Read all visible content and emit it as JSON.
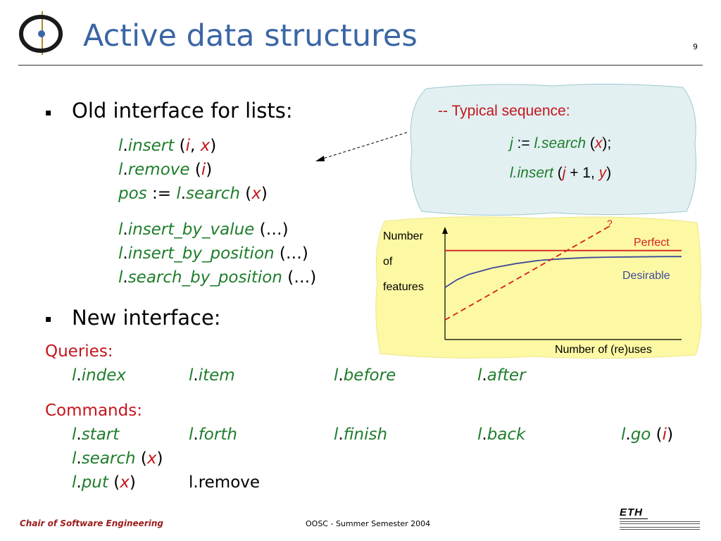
{
  "header": {
    "title": "Active data structures",
    "slide_number": "9"
  },
  "bullets": {
    "old_interface": "Old interface for lists:",
    "new_interface": "New interface:"
  },
  "old_code": {
    "l1": {
      "obj": "l",
      "dot": ".",
      "feat": "insert",
      "open": " (",
      "a1": "i",
      "comma": ", ",
      "a2": "x",
      "close": ")"
    },
    "l2": {
      "obj": "l",
      "dot": ".",
      "feat": "remove",
      "open": " (",
      "a1": "i",
      "close": ")"
    },
    "l3": {
      "var": "pos",
      "assign": " := ",
      "obj": "l",
      "dot": ".",
      "feat": "search",
      "open": " (",
      "a1": "x",
      "close": ")"
    },
    "l4": {
      "obj": "l",
      "dot": ".",
      "feat": "insert_by_value",
      "args": " (…)"
    },
    "l5": {
      "obj": "l",
      "dot": ".",
      "feat": "insert_by_position",
      "args": " (…)"
    },
    "l6": {
      "obj": "l",
      "dot": ".",
      "feat": "search_by_position",
      "args": " (…)"
    }
  },
  "cloud": {
    "comment": "-- Typical sequence:",
    "s1": {
      "var": "j",
      "assign": " := ",
      "obj": "l",
      "dot": ".",
      "feat": "search",
      "open": " (",
      "a1": "x",
      "close": ");"
    },
    "s2": {
      "obj": "l",
      "dot": ".",
      "feat": "insert",
      "open": " (",
      "a1": "j",
      "plus": " + 1, ",
      "a2": "y",
      "close": ")"
    }
  },
  "new_code": {
    "queries_label": "Queries:",
    "queries": [
      {
        "obj": "l",
        "dot": ".",
        "feat": "index"
      },
      {
        "obj": "l",
        "dot": ".",
        "feat": "item"
      },
      {
        "obj": "l",
        "dot": ".",
        "feat": "before"
      },
      {
        "obj": "l",
        "dot": ".",
        "feat": "after"
      }
    ],
    "commands_label": "Commands:",
    "commands_row1": [
      {
        "obj": "l",
        "dot": ".",
        "feat": "start"
      },
      {
        "obj": "l",
        "dot": ".",
        "feat": "forth"
      },
      {
        "obj": "l",
        "dot": ".",
        "feat": "finish"
      },
      {
        "obj": "l",
        "dot": ".",
        "feat": "back"
      },
      {
        "obj": "l",
        "dot": ".",
        "feat": "go",
        "open": " (",
        "a1": "i",
        "close": ")"
      }
    ],
    "commands_row2": {
      "obj": "l",
      "dot": ".",
      "feat": "search",
      "open": " (",
      "a1": "x",
      "close": ")"
    },
    "commands_row3": [
      {
        "obj": "l",
        "dot": ".",
        "feat": "put",
        "open": " (",
        "a1": "x",
        "close": ")"
      },
      {
        "text": "l.remove"
      }
    ]
  },
  "chart_data": {
    "type": "line",
    "title": "",
    "ylabel": "Number of features",
    "ylabel_lines": [
      "Number",
      "of",
      "features"
    ],
    "xlabel": "Number of (re)uses",
    "x_ticks": "none",
    "y_ticks": "none",
    "xlim": [
      0,
      1
    ],
    "ylim": [
      0,
      1
    ],
    "series": [
      {
        "name": "Perfect",
        "color": "#d42020",
        "style": "solid",
        "x": [
          0,
          1
        ],
        "y": [
          0.82,
          0.82
        ]
      },
      {
        "name": "Desirable",
        "color": "#3d4a9a",
        "style": "solid",
        "x": [
          0,
          0.05,
          0.1,
          0.2,
          0.3,
          0.4,
          0.5,
          0.6,
          0.7,
          0.8,
          0.9,
          1.0
        ],
        "y": [
          0.48,
          0.55,
          0.6,
          0.66,
          0.7,
          0.73,
          0.745,
          0.755,
          0.76,
          0.762,
          0.764,
          0.765
        ]
      },
      {
        "name": "?",
        "color": "#d42020",
        "style": "dashed",
        "x": [
          0,
          0.7
        ],
        "y": [
          0.18,
          1.05
        ]
      }
    ],
    "grid": false,
    "legend": "inline labels"
  },
  "footer": {
    "left": "Chair of Software Engineering",
    "center": "OOSC - Summer Semester 2004",
    "logo_text": "ETH"
  },
  "colors": {
    "title": "#3b66a5",
    "code_feature": "#1f7d2c",
    "code_arg": "#c4161c",
    "cloud_bg": "#e2f0f2",
    "chart_bg": "#fdf8a3"
  }
}
